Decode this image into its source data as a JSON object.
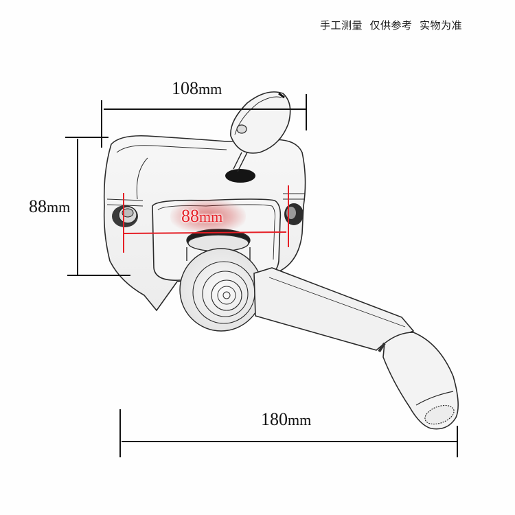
{
  "note": "手工测量  仅供参考  实物为准",
  "colors": {
    "background": "#fefefe",
    "line": "#111111",
    "accent_red": "#e51f26",
    "sketch_stroke": "#2a2a2a",
    "sketch_fill": "#f2f2f2"
  },
  "dimensions": {
    "width_top": {
      "value": "108",
      "unit": "mm"
    },
    "height_left": {
      "value": "88",
      "unit": "mm"
    },
    "inner_width_red": {
      "value": "88",
      "unit": "mm"
    },
    "handle_length_bottom": {
      "value": "180",
      "unit": "mm"
    }
  },
  "drawing": {
    "subject": "hand-crank-winch",
    "parts": [
      "housing",
      "key-lock",
      "keyhole",
      "mounting-bolt-left",
      "mounting-bolt-right",
      "crank-hub",
      "crank-arm",
      "handle-grip"
    ]
  }
}
